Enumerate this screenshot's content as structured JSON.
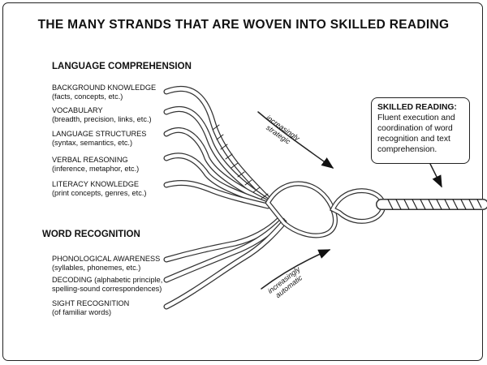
{
  "title": "THE MANY STRANDS THAT ARE WOVEN INTO SKILLED READING",
  "language_comprehension": {
    "heading": "LANGUAGE COMPREHENSION",
    "strands": [
      {
        "label": "BACKGROUND KNOWLEDGE",
        "detail": "(facts, concepts, etc.)"
      },
      {
        "label": "VOCABULARY",
        "detail": "(breadth, precision, links, etc.)"
      },
      {
        "label": "LANGUAGE STRUCTURES",
        "detail": "(syntax, semantics, etc.)"
      },
      {
        "label": "VERBAL REASONING",
        "detail": "(inference, metaphor, etc.)"
      },
      {
        "label": "LITERACY KNOWLEDGE",
        "detail": "(print concepts, genres, etc.)"
      }
    ]
  },
  "word_recognition": {
    "heading": "WORD RECOGNITION",
    "strands": [
      {
        "label": "PHONOLOGICAL AWARENESS",
        "detail": "(syllables, phonemes, etc.)"
      },
      {
        "label": "DECODING",
        "detail_inline": "(alphabetic principle,",
        "detail": "spelling-sound correspondences)"
      },
      {
        "label": "SIGHT RECOGNITION",
        "detail": "(of familiar words)"
      }
    ]
  },
  "arrows": {
    "top_line1": "increasingly",
    "top_line2": "strategic",
    "bottom_line1": "increasingly",
    "bottom_line2": "automatic"
  },
  "skilled_reading": {
    "heading": "SKILLED READING:",
    "line1": "Fluent execution and",
    "line2": "coordination of word",
    "line3": "recognition and text",
    "line4": "comprehension."
  }
}
